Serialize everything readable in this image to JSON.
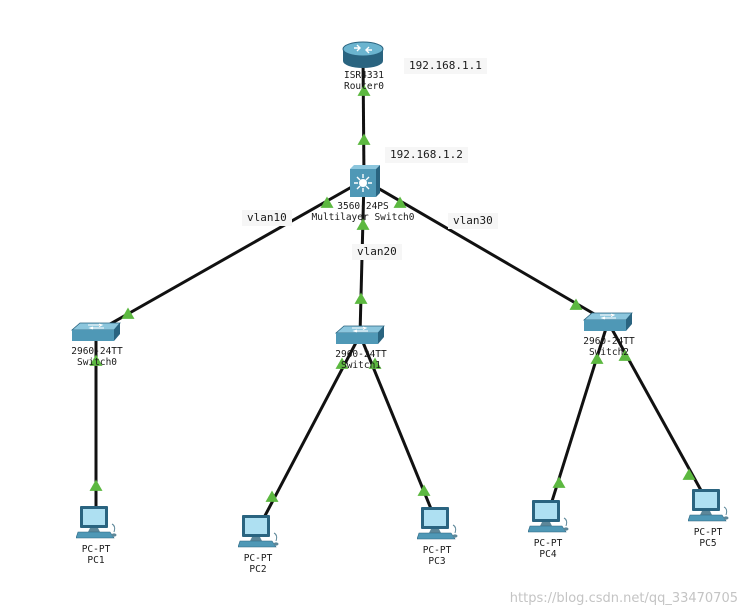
{
  "colors": {
    "link": "#111111",
    "port_up": "#5cb840",
    "device_body": "#4f98b6",
    "device_dark": "#2a6480"
  },
  "devices": {
    "router0": {
      "icon": "router-icon",
      "model": "ISR4331",
      "name": "Router0"
    },
    "mls0": {
      "icon": "multilayer-switch-icon",
      "model": "3560-24PS",
      "name": "Multilayer Switch0"
    },
    "switch0": {
      "icon": "switch-icon",
      "model": "2960-24TT",
      "name": "Switch0"
    },
    "switch1": {
      "icon": "switch-icon",
      "model": "2960-24TT",
      "name": "Switch1"
    },
    "switch2": {
      "icon": "switch-icon",
      "model": "2960-24TT",
      "name": "Switch2"
    },
    "pc1": {
      "icon": "pc-icon",
      "model": "PC-PT",
      "name": "PC1"
    },
    "pc2": {
      "icon": "pc-icon",
      "model": "PC-PT",
      "name": "PC2"
    },
    "pc3": {
      "icon": "pc-icon",
      "model": "PC-PT",
      "name": "PC3"
    },
    "pc4": {
      "icon": "pc-icon",
      "model": "PC-PT",
      "name": "PC4"
    },
    "pc5": {
      "icon": "pc-icon",
      "model": "PC-PT",
      "name": "PC5"
    }
  },
  "notes": {
    "router_ip": "192.168.1.1",
    "mls_ip": "192.168.1.2",
    "vlan10": "vlan10",
    "vlan20": "vlan20",
    "vlan30": "vlan30"
  },
  "links": [
    {
      "from": "router0",
      "to": "mls0",
      "from_status": "up",
      "to_status": "up"
    },
    {
      "from": "mls0",
      "to": "switch0",
      "from_status": "up",
      "to_status": "up"
    },
    {
      "from": "mls0",
      "to": "switch1",
      "from_status": "up",
      "to_status": "up"
    },
    {
      "from": "mls0",
      "to": "switch2",
      "from_status": "up",
      "to_status": "up"
    },
    {
      "from": "switch0",
      "to": "pc1",
      "from_status": "up",
      "to_status": "up"
    },
    {
      "from": "switch1",
      "to": "pc2",
      "from_status": "up",
      "to_status": "up"
    },
    {
      "from": "switch1",
      "to": "pc3",
      "from_status": "up",
      "to_status": "up"
    },
    {
      "from": "switch2",
      "to": "pc4",
      "from_status": "up",
      "to_status": "up"
    },
    {
      "from": "switch2",
      "to": "pc5",
      "from_status": "up",
      "to_status": "up"
    }
  ],
  "watermark": "https://blog.csdn.net/qq_33470705"
}
